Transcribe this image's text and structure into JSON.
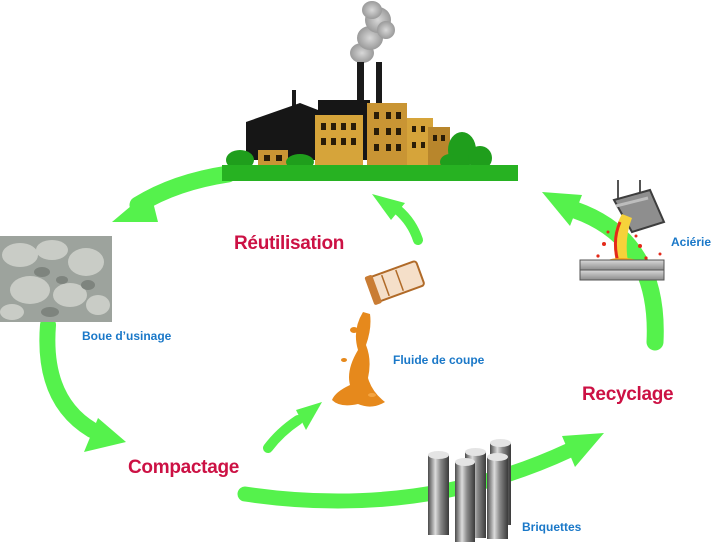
{
  "labels": {
    "reutilisation": "Réutilisation",
    "compactage": "Compactage",
    "recyclage": "Recyclage",
    "boue": "Boue d’usinage",
    "fluide": "Fluide de coupe",
    "briquettes": "Briquettes",
    "acierie": "Aciérie"
  },
  "colors": {
    "arrow_green": "#55f24c",
    "stage_label": "#cc1144",
    "item_label": "#1a78c8",
    "fluid_orange": "#e6891c",
    "factory_ochre": "#d6a43a",
    "grass_green": "#1f9e1c"
  },
  "icons": [
    "factory-icon",
    "sludge-image",
    "fluid-pour-icon",
    "briquettes-icon",
    "steelworks-ladle-icon"
  ]
}
